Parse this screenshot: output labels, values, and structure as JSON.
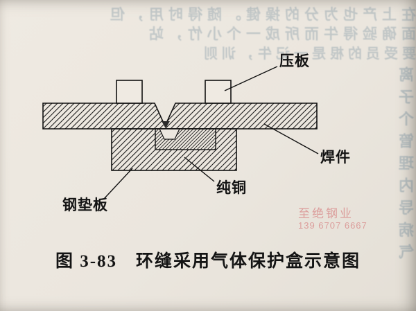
{
  "figure": {
    "caption": "图 3-83　环缝采用气体保护盒示意图",
    "labels": {
      "clamp": "压板",
      "weldment": "焊件",
      "copper": "纯铜",
      "backing": "钢垫板"
    }
  },
  "watermark": {
    "line1": "至绝钢业",
    "line2": "139 6707 6667",
    "color": "#d98c8c"
  },
  "bleedthrough": {
    "top1": "在上产也为分的操健。随得时用，但",
    "top2": "面确验得牛而所成一个小竹，站",
    "top3": "要受员的根是一记牛，训则",
    "side": "离子个管理内导病气"
  }
}
